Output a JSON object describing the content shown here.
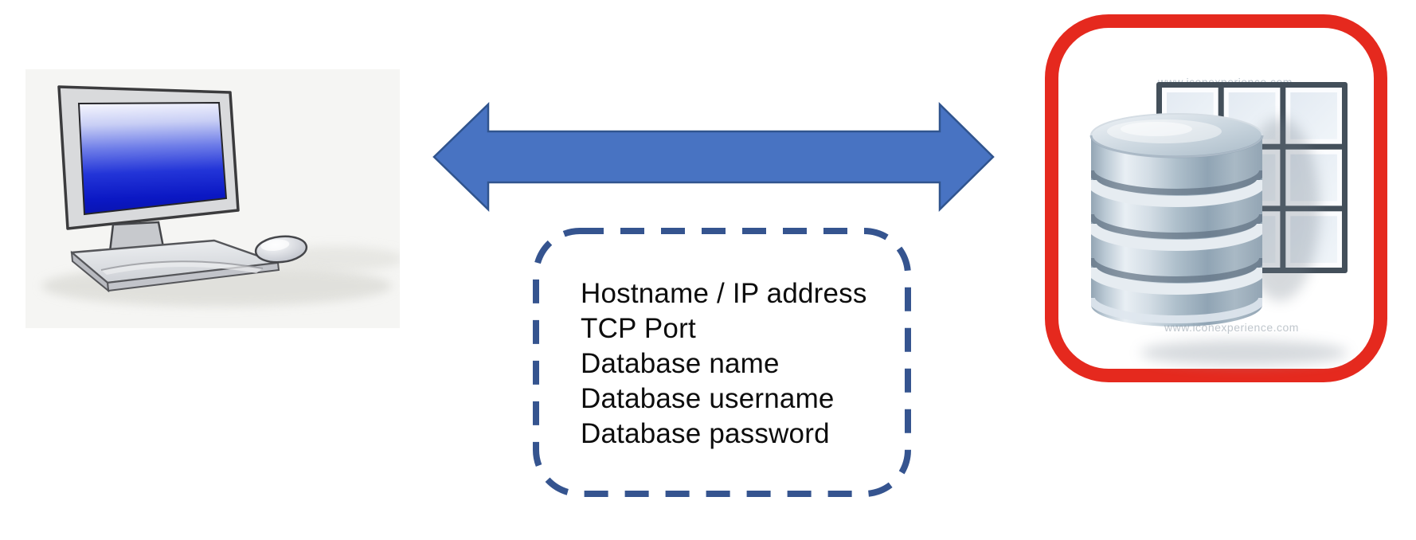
{
  "connection_params": {
    "items": [
      "Hostname / IP address",
      "TCP Port",
      "Database name",
      "Database username",
      "Database password"
    ]
  },
  "watermark": "www.iconexperience.com",
  "colors": {
    "arrow_fill": "#4873c2",
    "arrow_outline": "#30548e",
    "dashed_border": "#35548f",
    "highlight_border": "#e5291e",
    "list_text": "#0d0d0d",
    "screen_blue": "#0b18c4",
    "grid_line": "#434f5a"
  },
  "icons": {
    "client": "desktop-computer-icon",
    "connector": "bidirectional-arrow-icon",
    "server": "database-table-icon"
  }
}
